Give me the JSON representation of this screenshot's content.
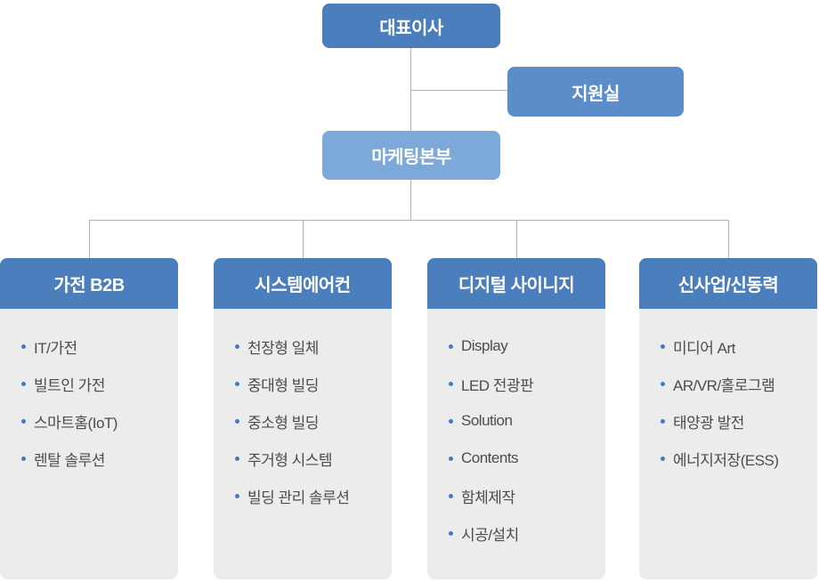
{
  "org_chart": {
    "ceo": "대표이사",
    "support_office": "지원실",
    "marketing_hq": "마케팅본부",
    "departments": [
      {
        "title": "가전 B2B",
        "items": [
          "IT/가전",
          "빌트인 가전",
          "스마트홈(IoT)",
          "렌탈 솔루션"
        ]
      },
      {
        "title": "시스템에어컨",
        "items": [
          "천장형 일체",
          "중대형 빌딩",
          "중소형 빌딩",
          "주거형 시스템",
          "빌딩 관리 솔루션"
        ]
      },
      {
        "title": "디지털 사이니지",
        "items": [
          "Display",
          "LED 전광판",
          "Solution",
          "Contents",
          "함체제작",
          "시공/설치"
        ]
      },
      {
        "title": "신사업/신동력",
        "items": [
          "미디어 Art",
          "AR/VR/홀로그램",
          "태양광 발전",
          "에너지저장(ESS)"
        ]
      }
    ]
  },
  "colors": {
    "node_blue": "#4a7ebc",
    "support_blue": "#5b8ec9",
    "marketing_light_blue": "#7da9da",
    "panel_gray": "#ececec",
    "connector_gray": "#b3b3b3",
    "bullet_blue": "#3e7cc7",
    "item_text_gray": "#4c4c4c"
  }
}
